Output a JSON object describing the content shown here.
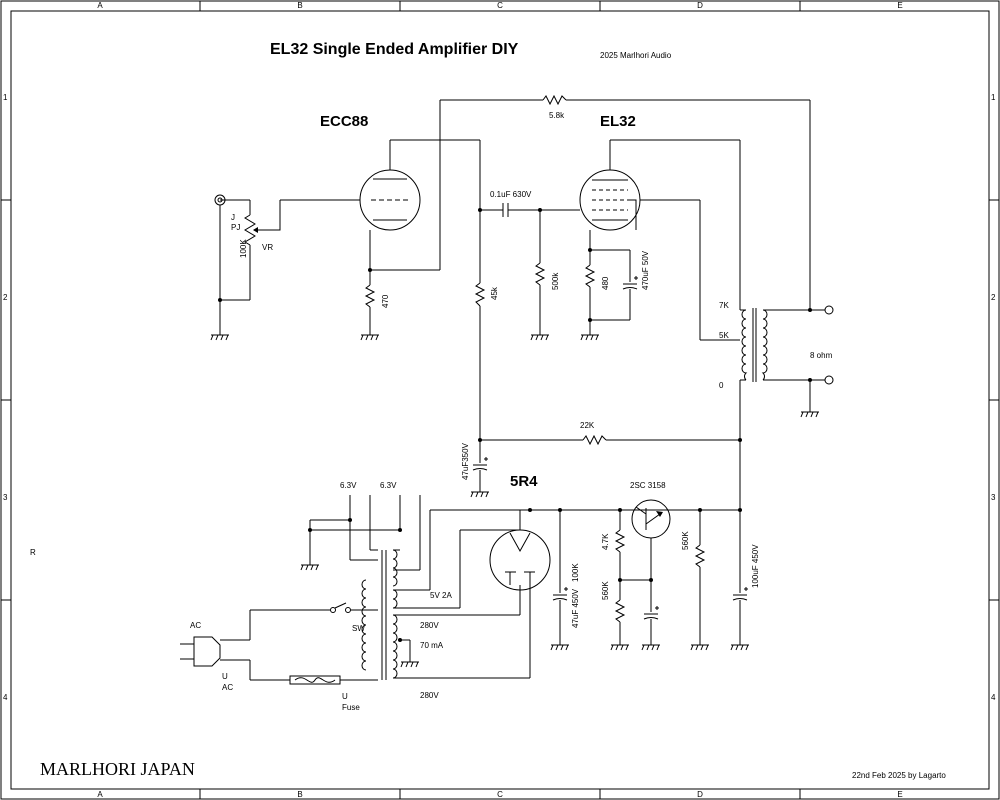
{
  "title": "EL32  Single Ended Amplifier DIY",
  "subtitle": "2025  Marlhori Audio",
  "brand": "MARLHORI  JAPAN",
  "date_credit": "22nd Feb 2025 by Lagarto",
  "frame": {
    "cols": [
      "A",
      "B",
      "C",
      "D",
      "E"
    ],
    "rows": [
      "1",
      "2",
      "3",
      "4"
    ],
    "side_label": "R"
  },
  "tubes": {
    "ecc88": "ECC88",
    "el32": "EL32",
    "rectifier": "5R4"
  },
  "input": {
    "jack_ref": "J",
    "jack_type": "PJ",
    "pot_value": "100K",
    "pot_ref": "VR"
  },
  "components": {
    "r_feedback": "5.8k",
    "c_coupling": "0.1uF 630V",
    "r_cathode1": "470",
    "r_plate1": "45k",
    "r_grid2": "500k",
    "r_cathode2": "480",
    "c_cathode2": "470uF 50V",
    "r_supply": "22K",
    "c_filter1": "47uF350V",
    "transistor": "2SC 3158",
    "r_base_top": "4.7K",
    "r_base_bot": "560K",
    "r_bleed_right": "560K",
    "c_out": "100uF 450V",
    "r_bleed_left": "100K",
    "c_in": "47uF 450V"
  },
  "output_transformer": {
    "tap_7k": "7K",
    "tap_5k": "5K",
    "tap_0": "0",
    "speaker": "8 ohm"
  },
  "power": {
    "heater_a": "6.3V",
    "heater_b": "6.3V",
    "rect_heater": "5V 2A",
    "hv_top": "280V",
    "hv_bottom": "280V",
    "current": "70 mA",
    "switch": "SW",
    "ac_top": "AC",
    "ac_plug_ref": "U",
    "ac_bottom": "AC",
    "fuse_ref": "U",
    "fuse": "Fuse"
  }
}
